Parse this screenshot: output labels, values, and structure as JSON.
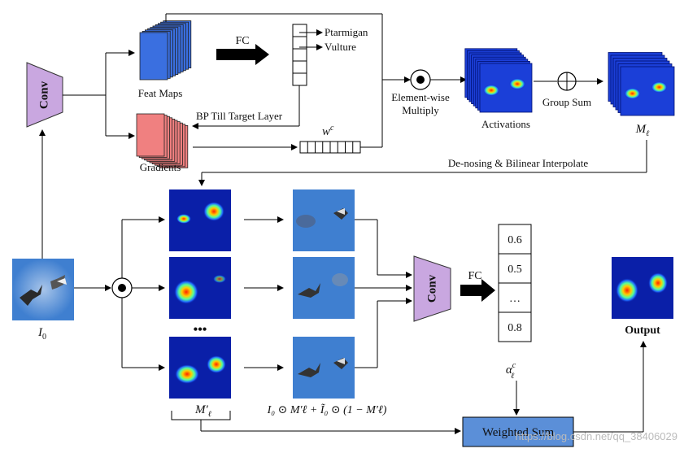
{
  "nodes": {
    "conv_top": "Conv",
    "conv_bottom": "Conv",
    "feat_maps": "Feat Maps",
    "gradients": "Gradients",
    "fc_top": "FC",
    "fc_bottom": "FC",
    "class_1": "Ptarmigan",
    "class_2": "Vulture",
    "bp_label": "BP Till Target Layer",
    "weight_label": "w",
    "weight_sup": "c",
    "elementwise_1": "Element-wise",
    "elementwise_2": "Multiply",
    "activations": "Activations",
    "group_sum": "Group Sum",
    "m_label": "M",
    "m_sub": "ℓ",
    "denoise": "De-nosing & Bilinear Interpolate",
    "input_label": "I",
    "input_sub": "0",
    "mask_label": "M′",
    "mask_sub": "ℓ",
    "formula": "I₀ ⊙ M′ℓ + Ĩ₀ ⊙ (1 − M′ℓ)",
    "alpha": "α",
    "alpha_sup": "c",
    "alpha_sub": "ℓ",
    "weighted_sum": "Weighted Sum",
    "output": "Output",
    "ellipsis": "•••",
    "watermark": "https://blog.csdn.net/qq_38406029"
  },
  "scores": [
    "0.6",
    "0.5",
    "…",
    "0.8"
  ],
  "colors": {
    "conv_fill": "#c9a7e0",
    "feat_blue": "#3a6fe0",
    "grad_red": "#f08080",
    "heat_bg": "#0a1fa8",
    "photo_bg": "#3f7fd0",
    "weighted_fill": "#5b8fd8"
  }
}
